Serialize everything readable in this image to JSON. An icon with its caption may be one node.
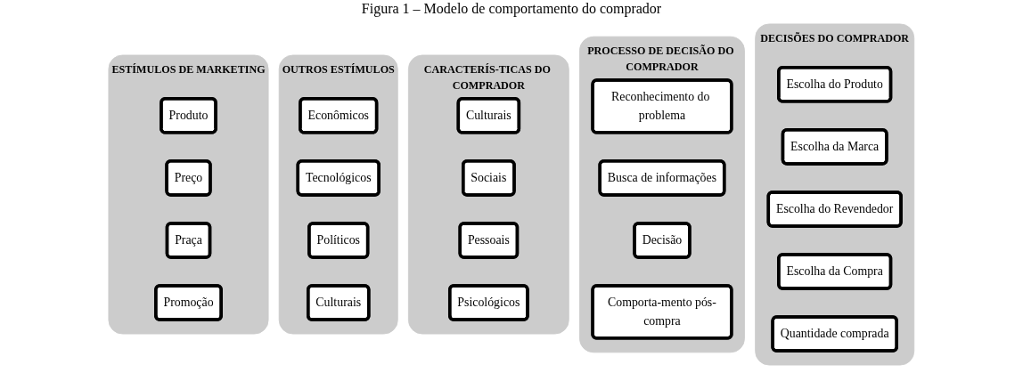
{
  "diagram": {
    "title": "Figura 1 – Modelo de comportamento do comprador",
    "nodes": [
      {
        "text": [
          "ESTÍMULOS DE MARKETING"
        ]
      },
      {
        "text": [
          "Produto"
        ],
        "in": 0
      },
      {
        "text": [
          "Preço"
        ],
        "in": 0
      },
      {
        "text": [
          "Praça"
        ],
        "in": 0
      },
      {
        "text": [
          "Promoção"
        ],
        "in": 0
      },
      {
        "text": [
          "OUTROS ESTÍMULOS"
        ]
      },
      {
        "text": [
          "Econômicos"
        ],
        "in": 5
      },
      {
        "text": [
          "Tecnológicos"
        ],
        "in": 5
      },
      {
        "text": [
          "Políticos"
        ],
        "in": 5
      },
      {
        "text": [
          "Culturais"
        ],
        "in": 5
      },
      {
        "text": [
          "CARACTERÍS-TICAS DO COMPRADOR"
        ]
      },
      {
        "text": [
          "Culturais"
        ],
        "in": 10
      },
      {
        "text": [
          "Sociais"
        ],
        "in": 10
      },
      {
        "text": [
          "Pessoais"
        ],
        "in": 10
      },
      {
        "text": [
          "Psicológicos"
        ],
        "in": 10
      },
      {
        "text": [
          "PROCESSO DE DECISÃO DO COMPRADOR"
        ]
      },
      {
        "text": [
          "Reconhecimento do problema"
        ],
        "in": 15
      },
      {
        "text": [
          "Busca de informações"
        ],
        "in": 15
      },
      {
        "text": [
          "Decisão"
        ],
        "in": 15
      },
      {
        "text": [
          "Comporta-mento pós-compra"
        ],
        "in": 15
      },
      {
        "text": [
          "DECISÕES DO COMPRADOR"
        ]
      },
      {
        "text": [
          "Escolha do Produto"
        ],
        "in": 20
      },
      {
        "text": [
          "Escolha da Marca"
        ],
        "in": 20
      },
      {
        "text": [
          "Escolha do Revendedor"
        ],
        "in": 20
      },
      {
        "text": [
          "Escolha da Compra"
        ],
        "in": 20
      },
      {
        "text": [
          "Quantidade comprada"
        ],
        "in": 20
      }
    ]
  }
}
